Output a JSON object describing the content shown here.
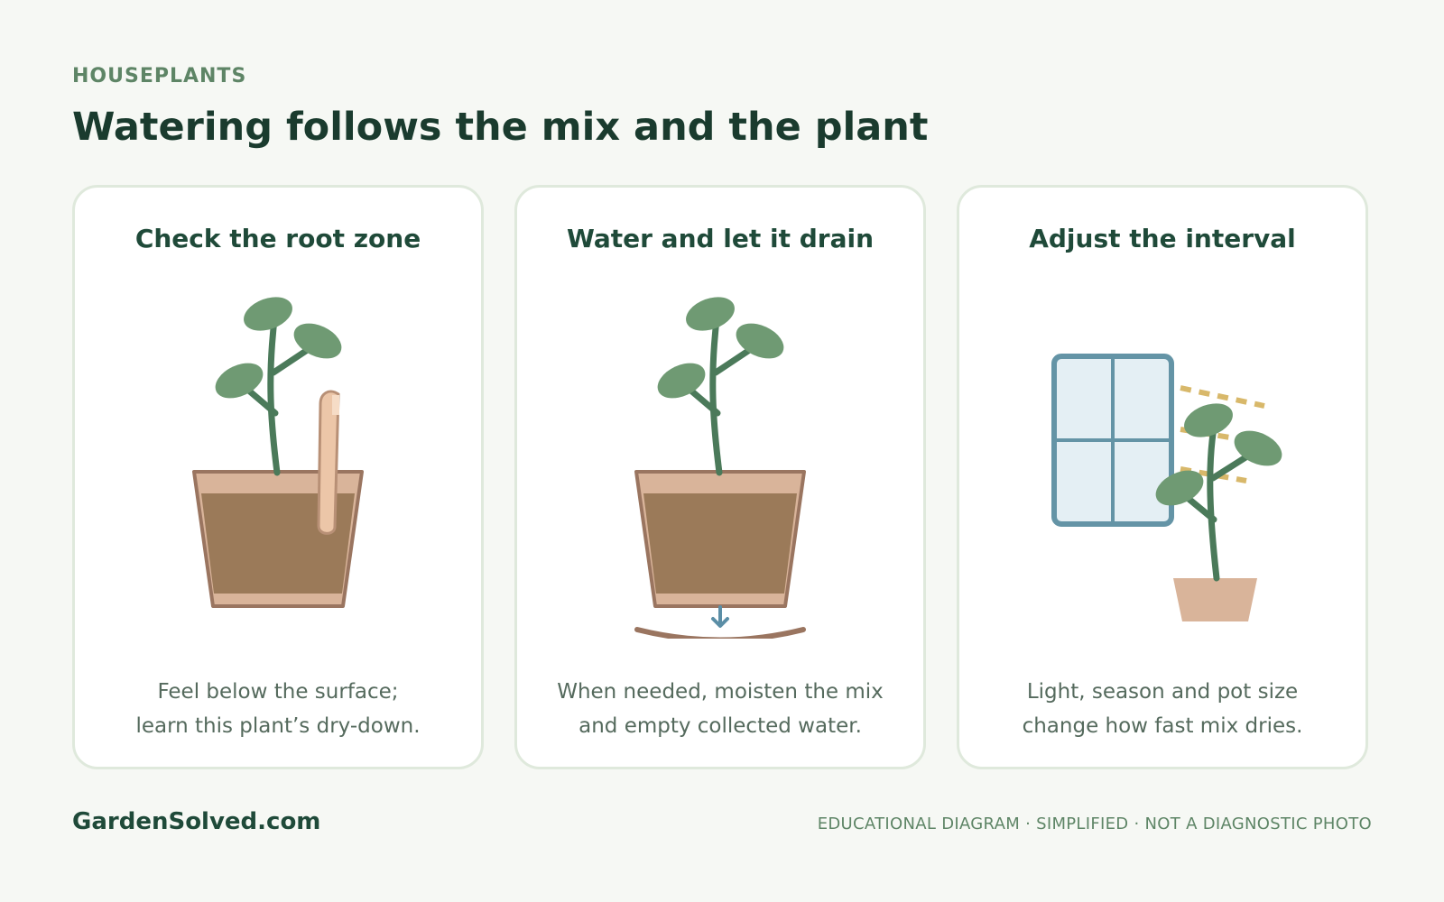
{
  "header": {
    "eyebrow": "HOUSEPLANTS",
    "title": "Watering follows the mix and the plant"
  },
  "cards": [
    {
      "title": "Check the root zone",
      "lines": [
        "Feel below the surface;",
        "learn this plant’s dry-down."
      ],
      "icon": "finger-in-soil-icon"
    },
    {
      "title": "Water and let it drain",
      "lines": [
        "When needed, moisten the mix",
        "and empty collected water."
      ],
      "icon": "pot-draining-icon"
    },
    {
      "title": "Adjust the interval",
      "lines": [
        "Light, season and pot size",
        "change how fast mix dries."
      ],
      "icon": "window-light-icon"
    }
  ],
  "footer": {
    "brand": "GardenSolved.com",
    "note": "EDUCATIONAL DIAGRAM · SIMPLIFIED · NOT A DIAGNOSTIC PHOTO"
  },
  "colors": {
    "leaf": "#6f9a73",
    "stem": "#4b7a5a",
    "soil": "#9b7a59",
    "pot": "#d9b49a",
    "pot_outline": "#9a7560",
    "skin": "#ecc6a8",
    "water": "#5b8ea6",
    "window_frame": "#6494a6",
    "window_glass": "#e4eff4",
    "sun": "#d8b86a"
  }
}
